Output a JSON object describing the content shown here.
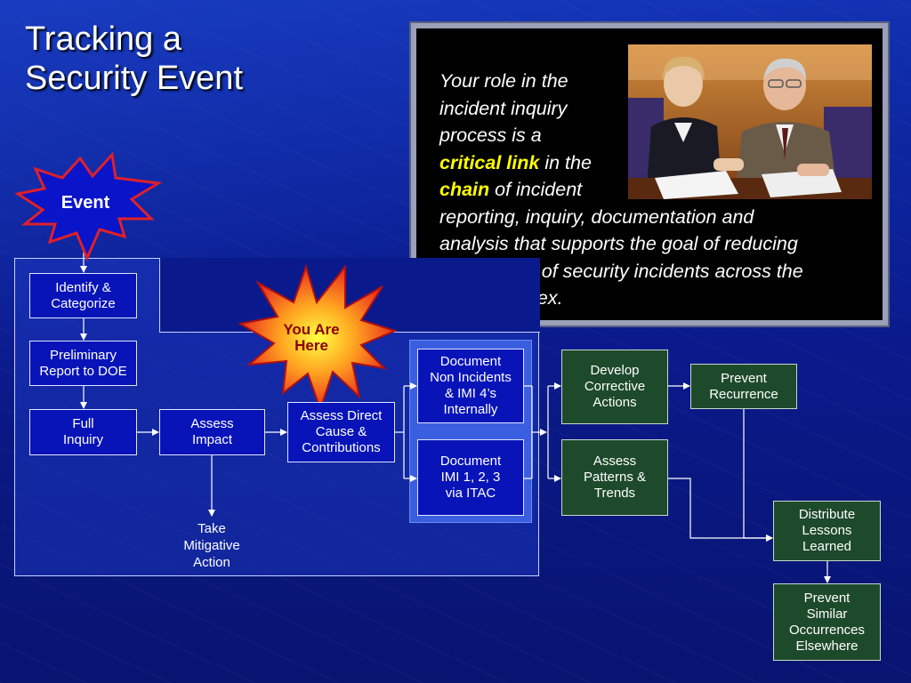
{
  "title": {
    "line1": "Tracking a",
    "line2": "Security Event"
  },
  "event_burst": {
    "label": "Event"
  },
  "you_are_here": {
    "label": "You Are\nHere"
  },
  "role_panel": {
    "lines": [
      "Your role in the",
      "incident inquiry",
      "process is a"
    ],
    "line4_hl": "critical link",
    "line4_rest": " in the",
    "line5_hl": "chain",
    "line5_rest": " of incident",
    "tail_lines": [
      "reporting, inquiry, documentation and",
      "analysis that supports the goal of reducing",
      "the number of security incidents across the",
      "DOE complex."
    ]
  },
  "flow": {
    "identify": "Identify &\nCategorize",
    "preliminary": "Preliminary\nReport to DOE",
    "full_inquiry": "Full\nInquiry",
    "assess_impact": "Assess\nImpact",
    "take_mitigative": "Take\nMitigative\nAction",
    "assess_direct": "Assess Direct\nCause &\nContributions",
    "doc_non_incidents": "Document\nNon Incidents\n& IMI 4’s\nInternally",
    "doc_imi": "Document\nIMI 1, 2, 3\nvia ITAC",
    "develop_corrective": "Develop\nCorrective\nActions",
    "assess_patterns": "Assess\nPatterns &\nTrends",
    "prevent_recurrence": "Prevent\nRecurrence",
    "distribute_lessons": "Distribute\nLessons\nLearned",
    "prevent_similar": "Prevent\nSimilar\nOccurrences\nElsewhere"
  },
  "colors": {
    "background": "#0a1a8c",
    "blue_box": "#0814b8",
    "green_box": "#1e4a2c",
    "highlight": "#ffff00"
  }
}
